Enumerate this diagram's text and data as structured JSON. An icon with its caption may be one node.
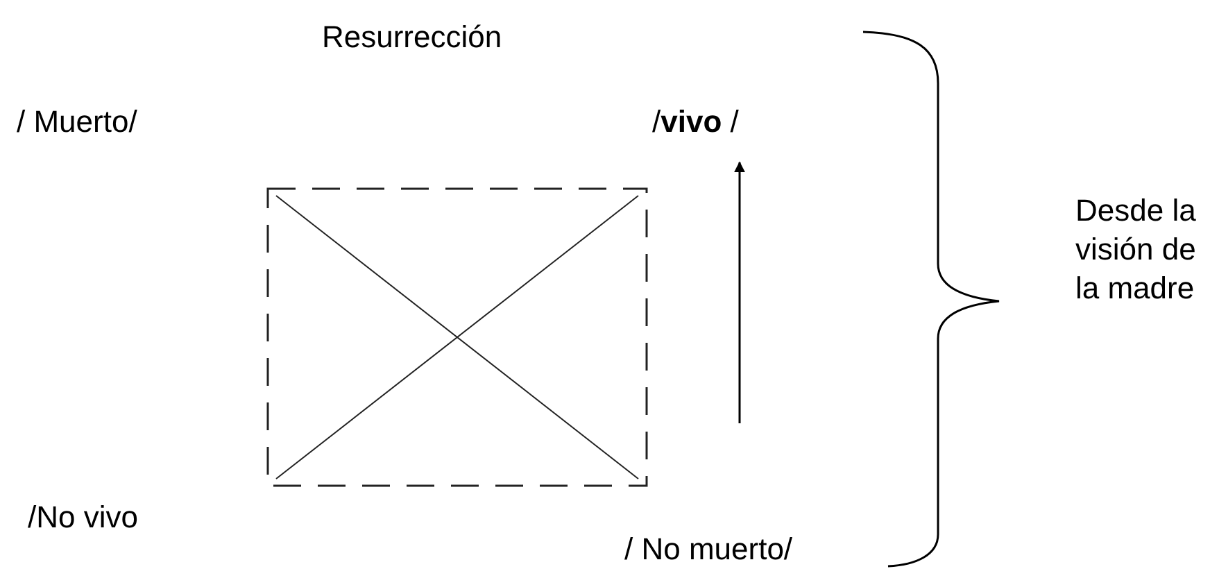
{
  "diagram": {
    "title": "Resurrección",
    "nodes": [
      {
        "text": [
          "/ Muerto/"
        ]
      },
      {
        "text": [
          "/**vivo** /"
        ]
      },
      {
        "text": [
          "/No vivo"
        ]
      },
      {
        "text": [
          "/ No muerto/"
        ]
      }
    ],
    "edges": [
      {
        "from": null,
        "to": 1,
        "arrow": "to"
      }
    ],
    "labels": [
      "Desde la visión de la madre"
    ]
  }
}
